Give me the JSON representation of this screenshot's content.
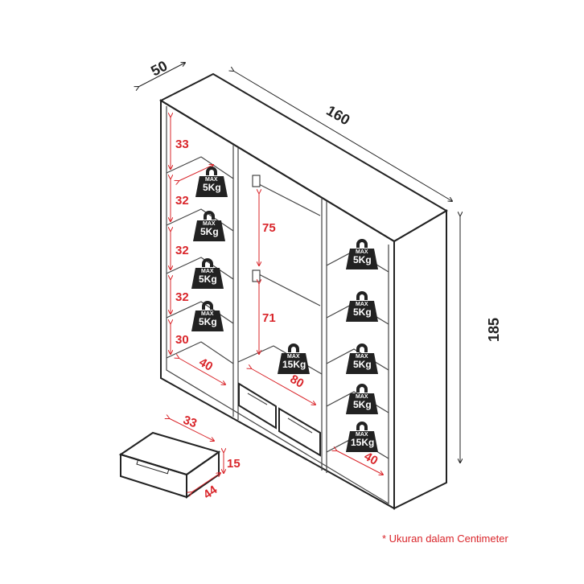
{
  "dimensions": {
    "depth": "50",
    "width": "160",
    "height": "185"
  },
  "left_section": {
    "shelf_heights": [
      "33",
      "32",
      "32",
      "32",
      "30"
    ],
    "shelf_depth": "40"
  },
  "middle_section": {
    "upper_height": "75",
    "lower_height": "71",
    "width": "80"
  },
  "right_section": {
    "shelf_depth": "40"
  },
  "drawer": {
    "width": "33",
    "height": "15",
    "depth": "44"
  },
  "weights": {
    "max": "MAX",
    "small": "5Kg",
    "large": "15Kg"
  },
  "footnote": "* Ukuran dalam Centimeter",
  "colors": {
    "accent": "#d9252a",
    "line": "#222222"
  }
}
